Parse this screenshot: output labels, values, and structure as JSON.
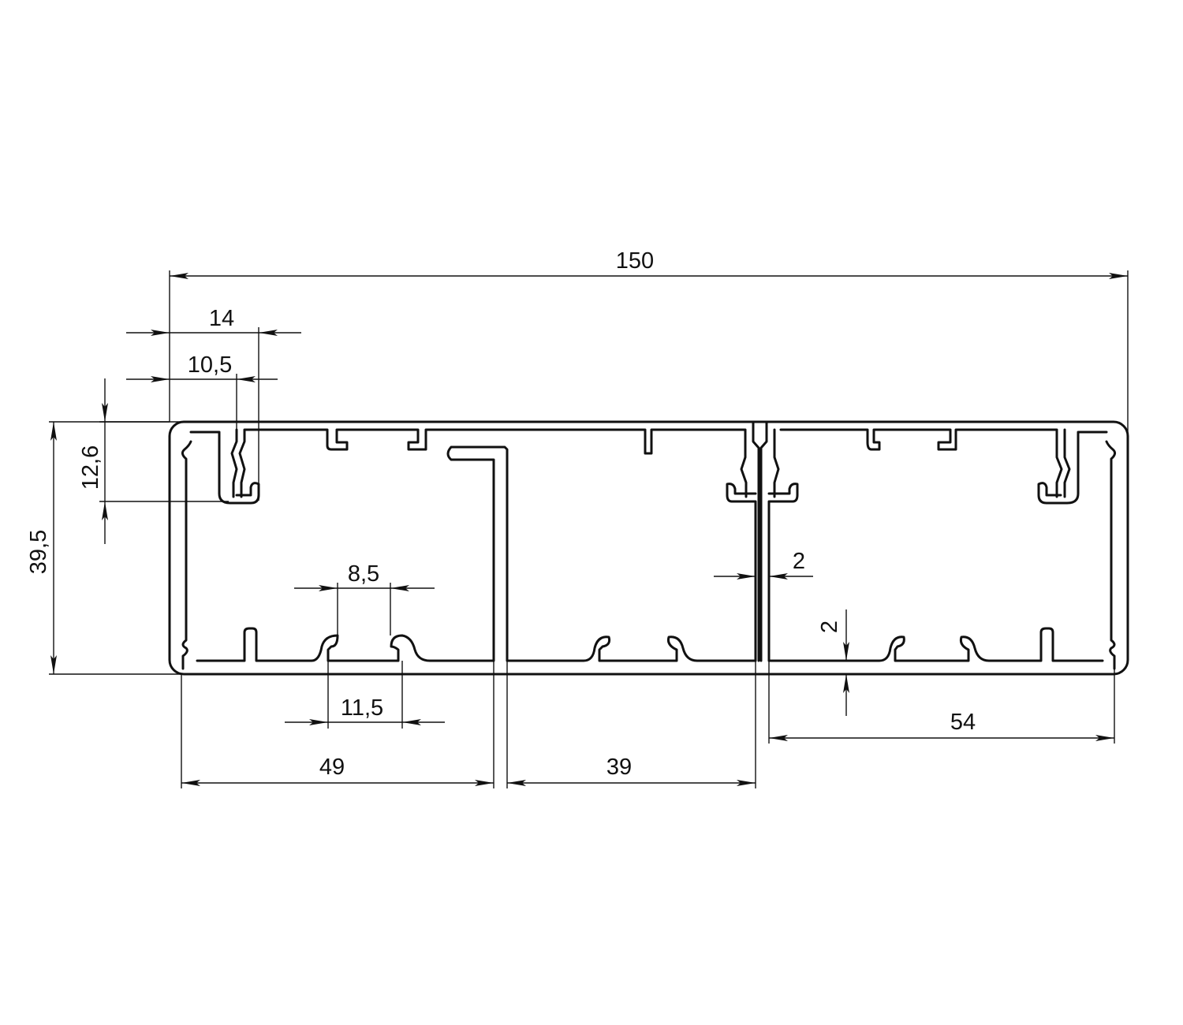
{
  "drawing": {
    "title": "Cable trunking profile cross-section",
    "dimensions": {
      "overall_width": "150",
      "flange_14": "14",
      "flange_10_5": "10,5",
      "clip_height": "12,6",
      "overall_height": "39,5",
      "slot_8_5": "8,5",
      "slot_11_5": "11,5",
      "compartment_left": "49",
      "compartment_middle": "39",
      "compartment_right": "54",
      "divider_thickness": "2",
      "base_thickness": "2"
    },
    "colors": {
      "line": "#111111",
      "background": "#ffffff"
    }
  }
}
